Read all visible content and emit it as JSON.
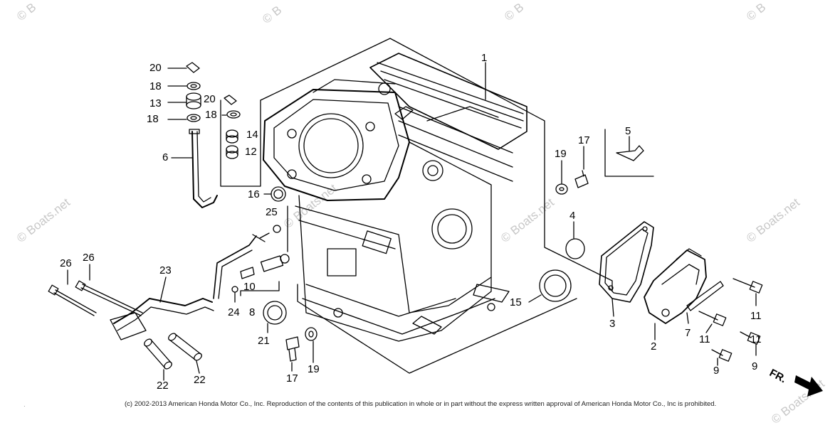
{
  "watermarks": [
    "© Boats.net",
    "© Boats.net",
    "© Boats.net",
    "© Boats.net",
    "© Boats.net",
    "© B",
    "© B",
    "© B"
  ],
  "copyright": "(c) 2002-2013 American Honda Motor Co., Inc. Reproduction of the contents of this publication in whole or in part without the express written approval of American Honda Motor Co., Inc is prohibited.",
  "direction_label": "FR.",
  "callouts": [
    "1",
    "2",
    "3",
    "4",
    "5",
    "6",
    "7",
    "8",
    "9",
    "9",
    "10",
    "11",
    "11",
    "11",
    "12",
    "13",
    "14",
    "15",
    "16",
    "17",
    "17",
    "18",
    "18",
    "19",
    "19",
    "20",
    "20",
    "21",
    "22",
    "22",
    "23",
    "24",
    "25",
    "26"
  ],
  "stray_mark": "·"
}
